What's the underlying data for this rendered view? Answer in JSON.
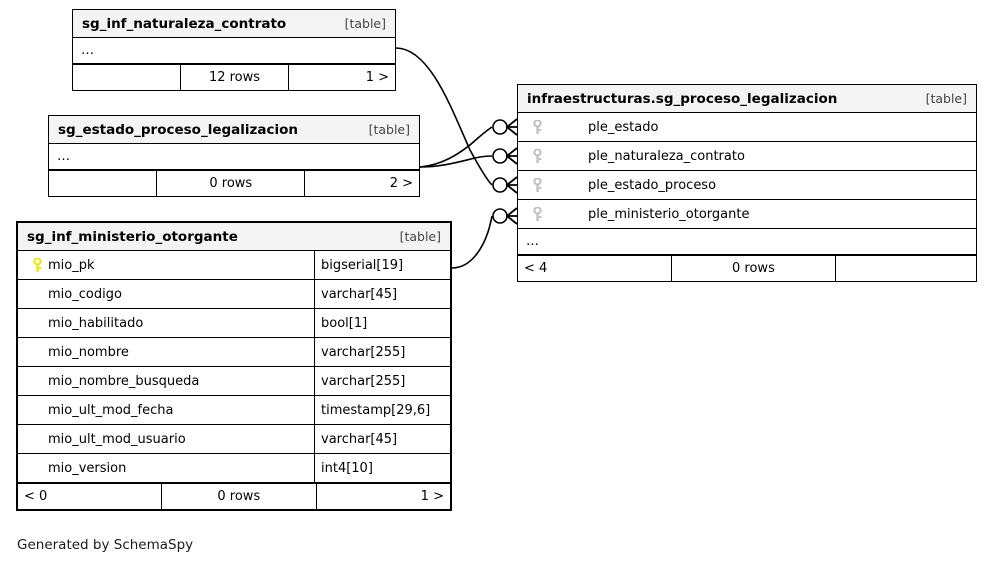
{
  "diagram": {
    "title": "SchemaSpy relationship diagram",
    "credit": "Generated by SchemaSpy",
    "table_tag": "[table]",
    "ellipsis": "…",
    "colors": {
      "primary_key_icon": "#e8e800",
      "foreign_key_icon": "#bfbfbf",
      "header_background": "#f4f4f4",
      "border": "#000000",
      "background": "#ffffff"
    }
  },
  "tables": [
    {
      "id": "naturaleza",
      "name": "sg_inf_naturaleza_contrato",
      "tag": "[table]",
      "columns": [],
      "has_ellipsis": true,
      "ellipsis": "…",
      "footer": {
        "left": "",
        "middle": "12 rows",
        "right": "1 >"
      }
    },
    {
      "id": "estado",
      "name": "sg_estado_proceso_legalizacion",
      "tag": "[table]",
      "columns": [],
      "has_ellipsis": true,
      "ellipsis": "…",
      "footer": {
        "left": "",
        "middle": "0 rows",
        "right": "2 >"
      }
    },
    {
      "id": "ministerio",
      "name": "sg_inf_ministerio_otorgante",
      "tag": "[table]",
      "columns": [
        {
          "name": "mio_pk",
          "type": "bigserial[19]",
          "key": "primary"
        },
        {
          "name": "mio_codigo",
          "type": "varchar[45]",
          "key": "none"
        },
        {
          "name": "mio_habilitado",
          "type": "bool[1]",
          "key": "none"
        },
        {
          "name": "mio_nombre",
          "type": "varchar[255]",
          "key": "none"
        },
        {
          "name": "mio_nombre_busqueda",
          "type": "varchar[255]",
          "key": "none"
        },
        {
          "name": "mio_ult_mod_fecha",
          "type": "timestamp[29,6]",
          "key": "none"
        },
        {
          "name": "mio_ult_mod_usuario",
          "type": "varchar[45]",
          "key": "none"
        },
        {
          "name": "mio_version",
          "type": "int4[10]",
          "key": "none"
        }
      ],
      "has_ellipsis": false,
      "footer": {
        "left": "< 0",
        "middle": "0 rows",
        "right": "1 >"
      }
    },
    {
      "id": "proceso",
      "name": "infraestructuras.sg_proceso_legalizacion",
      "tag": "[table]",
      "columns": [
        {
          "name": "ple_estado",
          "type": "",
          "key": "foreign"
        },
        {
          "name": "ple_naturaleza_contrato",
          "type": "",
          "key": "foreign"
        },
        {
          "name": "ple_estado_proceso",
          "type": "",
          "key": "foreign"
        },
        {
          "name": "ple_ministerio_otorgante",
          "type": "",
          "key": "foreign"
        }
      ],
      "has_ellipsis": true,
      "ellipsis": "…",
      "footer": {
        "left": "< 4",
        "middle": "0 rows",
        "right": ""
      }
    }
  ],
  "relationships": [
    {
      "from": "sg_inf_naturaleza_contrato",
      "to": "infraestructuras.sg_proceso_legalizacion.ple_estado_proceso",
      "notation": "crows-foot"
    },
    {
      "from": "sg_estado_proceso_legalizacion",
      "to": "infraestructuras.sg_proceso_legalizacion.ple_estado",
      "notation": "crows-foot"
    },
    {
      "from": "sg_estado_proceso_legalizacion",
      "to": "infraestructuras.sg_proceso_legalizacion.ple_naturaleza_contrato",
      "notation": "crows-foot"
    },
    {
      "from": "sg_inf_ministerio_otorgante.mio_pk",
      "to": "infraestructuras.sg_proceso_legalizacion.ple_ministerio_otorgante",
      "notation": "crows-foot"
    }
  ]
}
